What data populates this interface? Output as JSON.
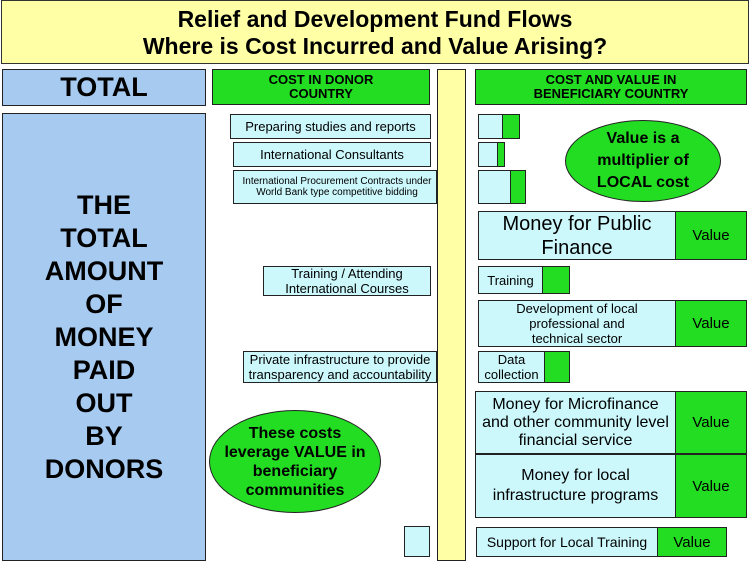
{
  "title": {
    "line1": "Relief and Development Fund Flows",
    "line2": "Where is Cost Incurred and Value Arising?"
  },
  "total": {
    "label": "TOTAL",
    "body_lines": [
      "THE",
      "TOTAL",
      "AMOUNT",
      "OF",
      "MONEY",
      "PAID",
      "OUT",
      "BY",
      "DONORS"
    ]
  },
  "headers": {
    "donor": "COST IN DONOR COUNTRY",
    "beneficiary": "COST AND VALUE IN BENEFICIARY COUNTRY"
  },
  "donor_items": {
    "studies": "Preparing studies and reports",
    "consultants": "International Consultants",
    "procurement": "International Procurement Contracts under World Bank type competitive bidding",
    "training": "Training / Attending International Courses",
    "infrastructure": "Private infrastructure to provide transparency and accountability"
  },
  "beneficiary_items": {
    "public_finance": "Money for Public Finance",
    "training": "Training",
    "local_professional": "Development of local professional and technical sector",
    "data_collection": "Data collection",
    "microfinance": "Money for Microfinance and other community level financial service",
    "local_infrastructure": "Money for local infrastructure programs",
    "local_training": "Support for Local Training"
  },
  "value_label": "Value",
  "ovals": {
    "multiplier": "Value is a multiplier of LOCAL cost",
    "leverage": "These costs leverage VALUE in beneficiary communities"
  },
  "colors": {
    "title_bg": "#ffffa6",
    "total_bg": "#a6caf0",
    "item_bg": "#ccf7fb",
    "value_green": "#22dd22"
  }
}
